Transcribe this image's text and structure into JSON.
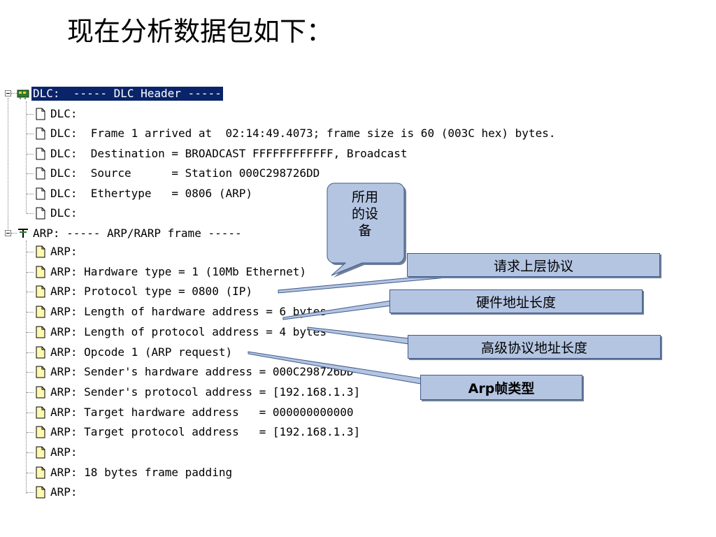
{
  "slide_title": "现在分析数据包如下：",
  "tree": {
    "dlc_header": "DLC:  ----- DLC Header -----",
    "dlc_rows": [
      "DLC:",
      "DLC:  Frame 1 arrived at  02:14:49.4073; frame size is 60 (003C hex) bytes.",
      "DLC:  Destination = BROADCAST FFFFFFFFFFFF, Broadcast",
      "DLC:  Source      = Station 000C298726DD",
      "DLC:  Ethertype   = 0806 (ARP)",
      "DLC:"
    ],
    "arp_header": "ARP: ----- ARP/RARP frame -----",
    "arp_rows": [
      "ARP:",
      "ARP: Hardware type = 1 (10Mb Ethernet)",
      "ARP: Protocol type = 0800 (IP)",
      "ARP: Length of hardware address = 6 bytes",
      "ARP: Length of protocol address = 4 bytes",
      "ARP: Opcode 1 (ARP request)",
      "ARP: Sender's hardware address = 000C298726DD",
      "ARP: Sender's protocol address = [192.168.1.3]",
      "ARP: Target hardware address   = 000000000000",
      "ARP: Target protocol address   = [192.168.1.3]",
      "ARP:",
      "ARP: 18 bytes frame padding",
      "ARP:"
    ]
  },
  "callouts": {
    "device_line1": "所用",
    "device_line2": "的设",
    "device_line3": "备",
    "upper_protocol": "请求上层协议",
    "hw_addr_len": "硬件地址长度",
    "proto_addr_len": "高级协议地址长度",
    "arp_frame_type": "Arp帧类型"
  },
  "colors": {
    "selection": "#0a246a",
    "callout_fill": "#b4c5e2",
    "callout_border": "#3f5a8a"
  }
}
